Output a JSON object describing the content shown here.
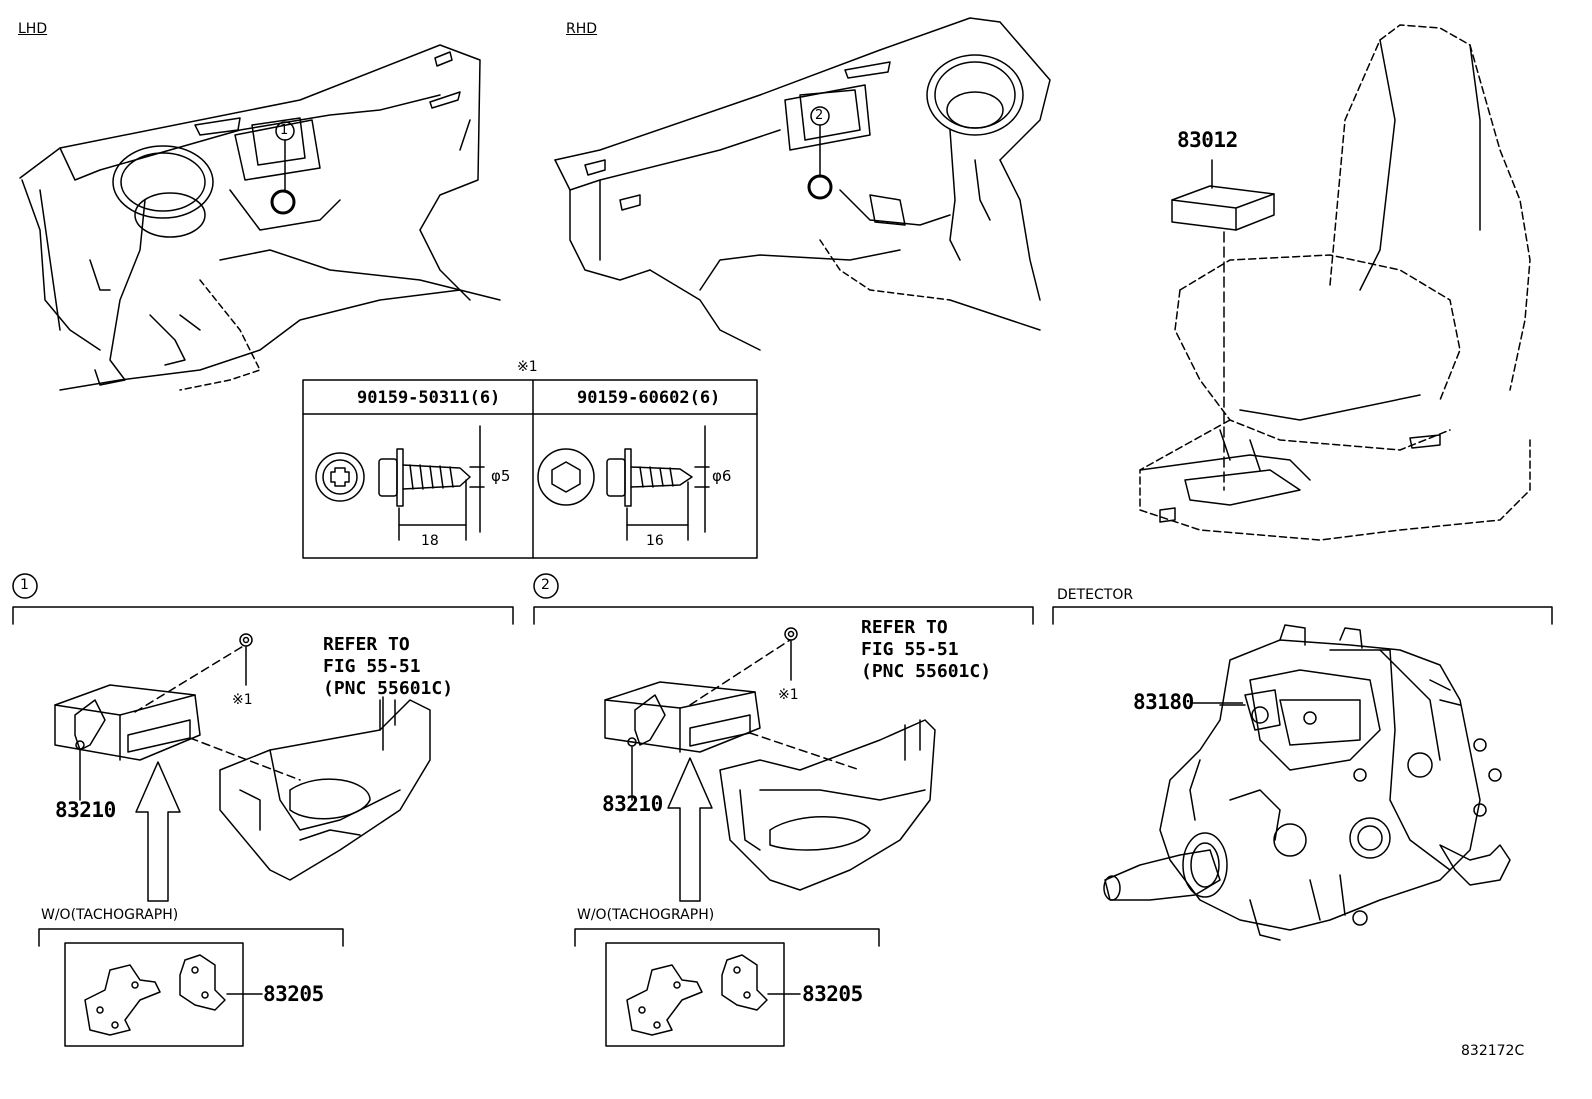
{
  "views": {
    "lhd_label": "LHD",
    "rhd_label": "RHD"
  },
  "markers": {
    "one": "1",
    "two": "2"
  },
  "fastener_table": {
    "note_mark": "※1",
    "col1_header": "90159-50311(6)",
    "col2_header": "90159-60602(6)",
    "col1_length": "18",
    "col2_length": "16",
    "col1_diameter": "φ5",
    "col2_diameter": "φ6"
  },
  "seat": {
    "part_number": "83012"
  },
  "section1": {
    "marker": "1",
    "refer_lines": [
      "REFER TO",
      "FIG 55-51",
      "(PNC 55601C)"
    ],
    "note": "※1",
    "part_number": "83210",
    "wo_label": "W/O(TACHOGRAPH)",
    "bracket_part": "83205"
  },
  "section2": {
    "marker": "2",
    "refer_lines": [
      "REFER TO",
      "FIG 55-51",
      "(PNC 55601C)"
    ],
    "note": "※1",
    "part_number": "83210",
    "wo_label": "W/O(TACHOGRAPH)",
    "bracket_part": "83205"
  },
  "detector": {
    "label": "DETECTOR",
    "part_number": "83180"
  },
  "figure_id": "832172C"
}
